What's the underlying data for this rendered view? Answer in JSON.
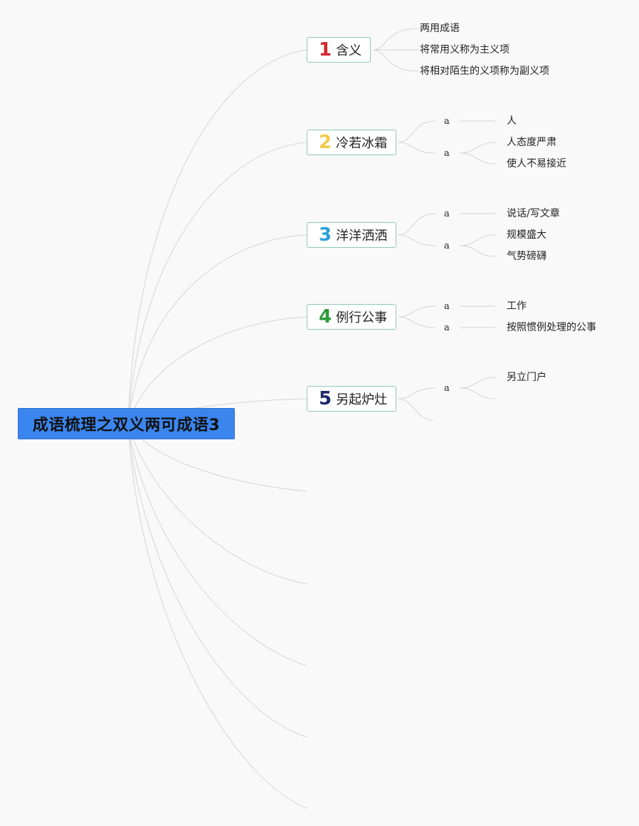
{
  "root": {
    "label": "成语梳理之双义两可成语3"
  },
  "topics": [
    {
      "num": "1",
      "label": "含义",
      "color": "#d8252d"
    },
    {
      "num": "2",
      "label": "冷若冰霜",
      "color": "#f2c94c"
    },
    {
      "num": "3",
      "label": "洋洋洒洒",
      "color": "#2a9fd8"
    },
    {
      "num": "4",
      "label": "例行公事",
      "color": "#2e9b3a"
    },
    {
      "num": "5",
      "label": "另起炉灶",
      "color": "#1c2a6b"
    }
  ],
  "topic1_notes": [
    "两用成语",
    "将常用义称为主义项",
    "将相对陌生的义项称为副义项"
  ],
  "mid_label": "a",
  "topic2_leaves": [
    "人",
    "人态度严肃",
    "使人不易接近"
  ],
  "topic3_leaves": [
    "说话/写文章",
    "规模盛大",
    "气势磅礴"
  ],
  "topic4_leaves": [
    "工作",
    "按照惯例处理的公事"
  ],
  "topic5_leaves": [
    "另立门户"
  ]
}
